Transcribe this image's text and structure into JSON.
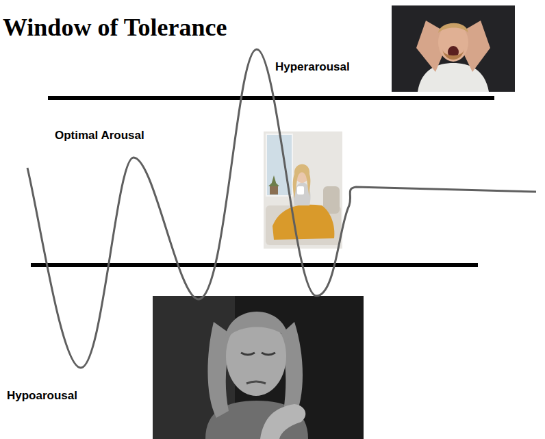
{
  "diagram": {
    "title": "Window of Tolerance",
    "labels": [
      "Hyperarousal",
      "Optimal Arousal",
      "Hypoarousal"
    ]
  }
}
